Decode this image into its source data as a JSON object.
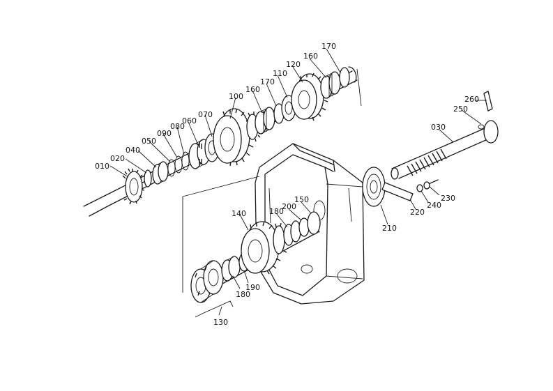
{
  "diagram": {
    "labels": [
      {
        "id": "010",
        "text": "010"
      },
      {
        "id": "020",
        "text": "020"
      },
      {
        "id": "040",
        "text": "040"
      },
      {
        "id": "050",
        "text": "050"
      },
      {
        "id": "090",
        "text": "090"
      },
      {
        "id": "080",
        "text": "080"
      },
      {
        "id": "060",
        "text": "060"
      },
      {
        "id": "070",
        "text": "070"
      },
      {
        "id": "100",
        "text": "100"
      },
      {
        "id": "160a",
        "text": "160"
      },
      {
        "id": "170a",
        "text": "170"
      },
      {
        "id": "110",
        "text": "110"
      },
      {
        "id": "120",
        "text": "120"
      },
      {
        "id": "160b",
        "text": "160"
      },
      {
        "id": "170b",
        "text": "170"
      },
      {
        "id": "260",
        "text": "260"
      },
      {
        "id": "250",
        "text": "250"
      },
      {
        "id": "030",
        "text": "030"
      },
      {
        "id": "230",
        "text": "230"
      },
      {
        "id": "240",
        "text": "240"
      },
      {
        "id": "220",
        "text": "220"
      },
      {
        "id": "210",
        "text": "210"
      },
      {
        "id": "140",
        "text": "140"
      },
      {
        "id": "180a",
        "text": "180"
      },
      {
        "id": "200",
        "text": "200"
      },
      {
        "id": "150",
        "text": "150"
      },
      {
        "id": "180b",
        "text": "180"
      },
      {
        "id": "190",
        "text": "190"
      },
      {
        "id": "130",
        "text": "130"
      }
    ]
  }
}
